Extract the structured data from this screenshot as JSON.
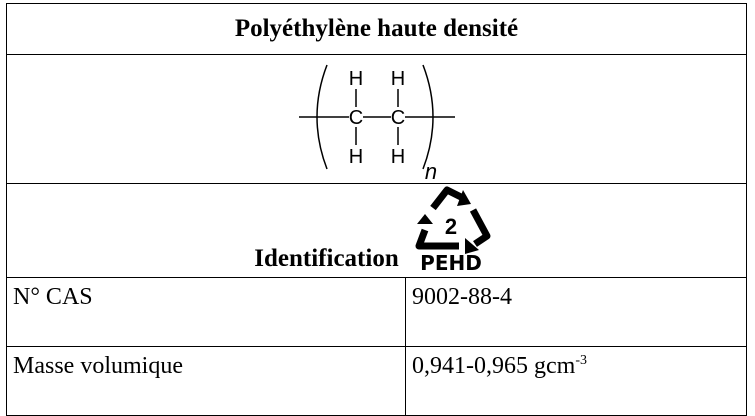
{
  "table": {
    "title": "Polyéthylène haute densité",
    "formula": {
      "h_labels": [
        "H",
        "H",
        "H",
        "H"
      ],
      "c_labels": [
        "C",
        "C"
      ],
      "repeat_subscript": "n"
    },
    "identification": {
      "label": "Identification",
      "recycling_number": "2",
      "recycling_code": "PEHD"
    },
    "rows": [
      {
        "name": "N° CAS",
        "value": "9002-88-4",
        "unit_sup": ""
      },
      {
        "name": "Masse volumique",
        "value": "0,941-0,965 gcm",
        "unit_sup": "-3"
      }
    ]
  }
}
